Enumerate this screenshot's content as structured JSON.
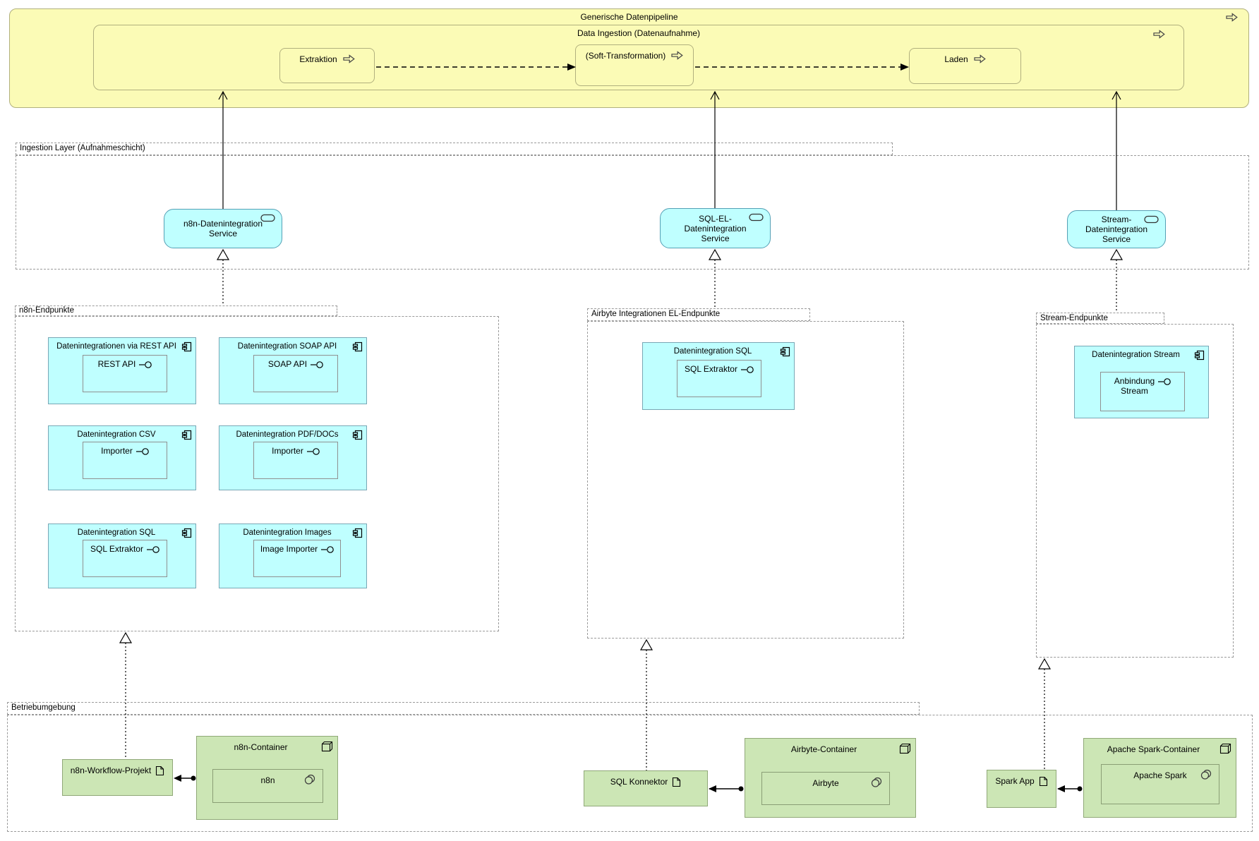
{
  "pipeline": {
    "title": "Generische Datenpipeline",
    "ingestion_function": {
      "title": "Data Ingestion (Datenaufnahme)",
      "processes": [
        {
          "label": "Extraktion"
        },
        {
          "label": "(Soft-Transformation)"
        },
        {
          "label": "Laden"
        }
      ]
    }
  },
  "ingestion_layer": {
    "title": "Ingestion Layer (Aufnahmeschicht)",
    "services": [
      {
        "label": "n8n-Datenintegration\nService"
      },
      {
        "label": "SQL-EL-\nDatenintegration\nService"
      },
      {
        "label": "Stream-\nDatenintegration\nService"
      }
    ]
  },
  "endpoint_groups": [
    {
      "title": "n8n-Endpunkte",
      "components": [
        {
          "name": "Datenintegrationen via REST API",
          "interface": "REST API"
        },
        {
          "name": "Datenintegration SOAP API",
          "interface": "SOAP API"
        },
        {
          "name": "Datenintegration CSV",
          "interface": "Importer"
        },
        {
          "name": "Datenintegration PDF/DOCs",
          "interface": "Importer"
        },
        {
          "name": "Datenintegration SQL",
          "interface": "SQL Extraktor"
        },
        {
          "name": "Datenintegration Images",
          "interface": "Image Importer"
        }
      ]
    },
    {
      "title": "Airbyte Integrationen EL-Endpunkte",
      "components": [
        {
          "name": "Datenintegration SQL",
          "interface": "SQL Extraktor"
        }
      ]
    },
    {
      "title": "Stream-Endpunkte",
      "components": [
        {
          "name": "Datenintegration Stream",
          "interface": "Anbindung\nStream"
        }
      ]
    }
  ],
  "environment": {
    "title": "Betriebumgebung",
    "artifacts": [
      {
        "label": "n8n-Workflow-Projekt"
      },
      {
        "label": "SQL Konnektor"
      },
      {
        "label": "Spark App"
      }
    ],
    "nodes": [
      {
        "label": "n8n-Container",
        "software": "n8n"
      },
      {
        "label": "Airbyte-Container",
        "software": "Airbyte"
      },
      {
        "label": "Apache Spark-Container",
        "software": "Apache Spark"
      }
    ]
  },
  "icons": {
    "process": "outlined-right-arrow",
    "service": "rounded-pill-outline",
    "component": "uml-component-glyph",
    "interface": "lollipop-circle",
    "artifact": "document-folded-corner",
    "node": "3d-cube-outline",
    "system_software": "overlapping-circles"
  },
  "colors": {
    "process_fill": "#FBFBB6",
    "process_border": "#B1B07E",
    "app_fill": "#BFFFFF",
    "app_border": "#78A7B5",
    "service_border": "#55A0B5",
    "tech_fill": "#CCE6B5",
    "tech_border": "#90A878",
    "group_dash": "#9A9A9A"
  }
}
